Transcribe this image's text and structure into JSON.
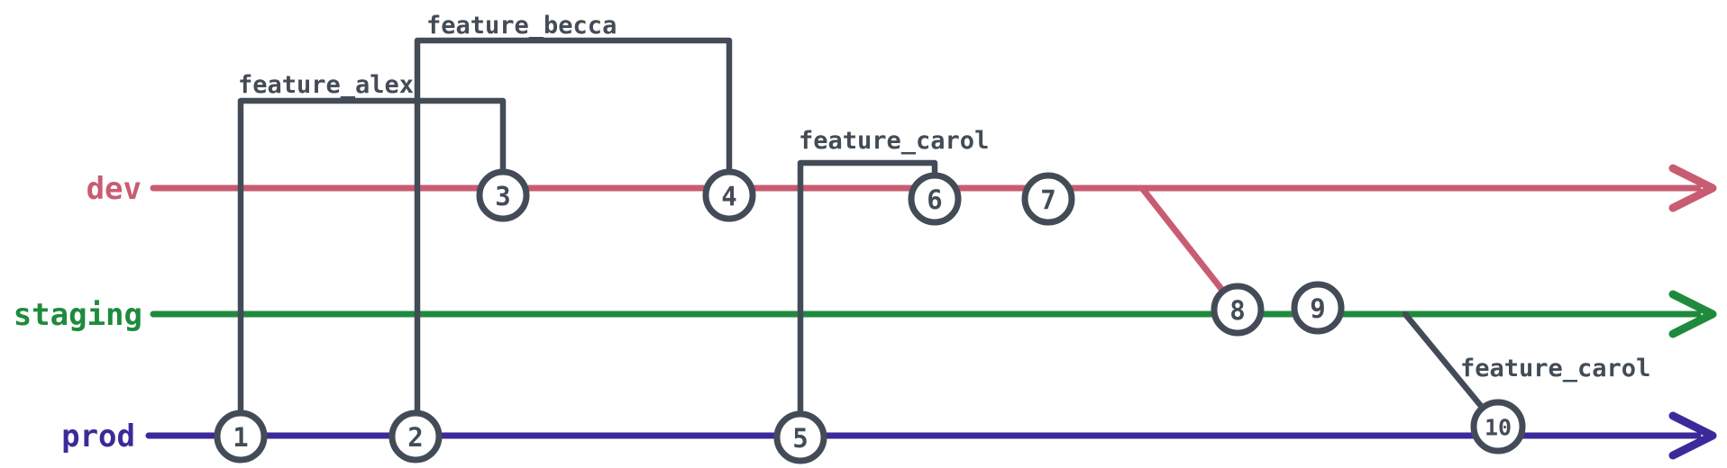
{
  "diagram": {
    "kind": "git-branch-flow-diagram",
    "outline_color": "#434c56",
    "background_color": "#ffffff",
    "branches": [
      {
        "name": "dev",
        "color": "#c85c72"
      },
      {
        "name": "staging",
        "color": "#1f8a3d"
      },
      {
        "name": "prod",
        "color": "#3b2a99"
      }
    ],
    "commits": [
      {
        "label": "1",
        "branch": "prod"
      },
      {
        "label": "2",
        "branch": "prod"
      },
      {
        "label": "3",
        "branch": "dev"
      },
      {
        "label": "4",
        "branch": "dev"
      },
      {
        "label": "5",
        "branch": "prod"
      },
      {
        "label": "6",
        "branch": "dev"
      },
      {
        "label": "7",
        "branch": "dev"
      },
      {
        "label": "8",
        "branch": "staging"
      },
      {
        "label": "9",
        "branch": "staging"
      },
      {
        "label": "10",
        "branch": "prod"
      }
    ],
    "feature_branches": [
      {
        "label": "feature_alex",
        "branches_from": {
          "commit": "1",
          "branch": "prod"
        },
        "merges_into": {
          "commit": "3",
          "branch": "dev"
        }
      },
      {
        "label": "feature_becca",
        "branches_from": {
          "commit": "2",
          "branch": "prod"
        },
        "merges_into": {
          "commit": "4",
          "branch": "dev"
        }
      },
      {
        "label": "feature_carol",
        "branches_from": {
          "commit": "5",
          "branch": "prod"
        },
        "merges_into": {
          "commit": "6",
          "branch": "dev"
        }
      }
    ],
    "merges": [
      {
        "label": "",
        "from_branch": "dev",
        "into": {
          "commit": "8",
          "branch": "staging"
        }
      },
      {
        "label": "feature_carol",
        "from_branch": "staging",
        "into": {
          "commit": "10",
          "branch": "prod"
        }
      }
    ]
  }
}
